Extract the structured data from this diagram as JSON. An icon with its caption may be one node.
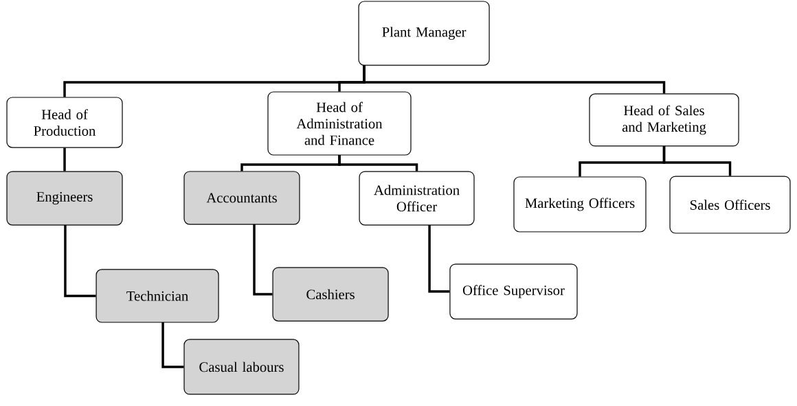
{
  "diagram": {
    "nodes": [
      {
        "text": [
          "Plant Manager"
        ]
      },
      {
        "text": [
          "Head of Production"
        ]
      },
      {
        "text": [
          "Head of Administration and Finance"
        ]
      },
      {
        "text": [
          "Head of Sales and Marketing"
        ]
      },
      {
        "text": [
          "Engineers"
        ]
      },
      {
        "text": [
          "Accountants"
        ]
      },
      {
        "text": [
          "Administration Officer"
        ]
      },
      {
        "text": [
          "Marketing Officers"
        ]
      },
      {
        "text": [
          "Sales Officers"
        ]
      },
      {
        "text": [
          "Technician"
        ]
      },
      {
        "text": [
          "Cashiers"
        ]
      },
      {
        "text": [
          "Office Supervisor"
        ]
      },
      {
        "text": [
          "Casual labours"
        ]
      }
    ],
    "edges": [
      {
        "from": 0,
        "to": 1,
        "arrow": "none"
      },
      {
        "from": 0,
        "to": 2,
        "arrow": "none"
      },
      {
        "from": 0,
        "to": 3,
        "arrow": "none"
      },
      {
        "from": 1,
        "to": 4,
        "arrow": "none"
      },
      {
        "from": 2,
        "to": 5,
        "arrow": "none"
      },
      {
        "from": 2,
        "to": 6,
        "arrow": "none"
      },
      {
        "from": 3,
        "to": 7,
        "arrow": "none"
      },
      {
        "from": 3,
        "to": 8,
        "arrow": "none"
      },
      {
        "from": 4,
        "to": 9,
        "arrow": "none"
      },
      {
        "from": 5,
        "to": 10,
        "arrow": "none"
      },
      {
        "from": 6,
        "to": 11,
        "arrow": "none"
      },
      {
        "from": 9,
        "to": 12,
        "arrow": "none"
      }
    ]
  }
}
